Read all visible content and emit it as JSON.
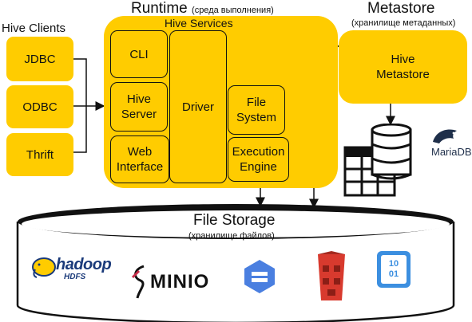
{
  "clients": {
    "title": "Hive Clients",
    "items": [
      "JDBC",
      "ODBC",
      "Thrift"
    ]
  },
  "runtime": {
    "title": "Runtime",
    "subtitle": "(среда выполнения)",
    "services_title": "Hive Services",
    "cli": "CLI",
    "hive_server_line1": "Hive",
    "hive_server_line2": "Server",
    "web_line1": "Web",
    "web_line2": "Interface",
    "driver": "Driver",
    "fs_line1": "File",
    "fs_line2": "System",
    "exec_line1": "Execution",
    "exec_line2": "Engine"
  },
  "metastore": {
    "title": "Metastore",
    "subtitle": "(хранилище метаданных)",
    "box_line1": "Hive",
    "box_line2": "Metastore",
    "mariadb_label": "MariaDB"
  },
  "storage": {
    "title": "File Storage",
    "subtitle": "(хранилище файлов)",
    "hadoop_label": "hadoop",
    "hdfs_label": "HDFS",
    "minio_label": "MINIO",
    "gcs_icon": "google-cloud-storage-icon",
    "s3_icon": "amazon-s3-icon",
    "azure_icon": "azure-blob-storage-icon",
    "azure_bits_1": "10",
    "azure_bits_2": "01"
  },
  "colors": {
    "accent": "#FFCC00",
    "line": "#111111",
    "gcs": "#4A7FE0",
    "s3": "#D83A2E",
    "azure": "#3C8FE0"
  }
}
